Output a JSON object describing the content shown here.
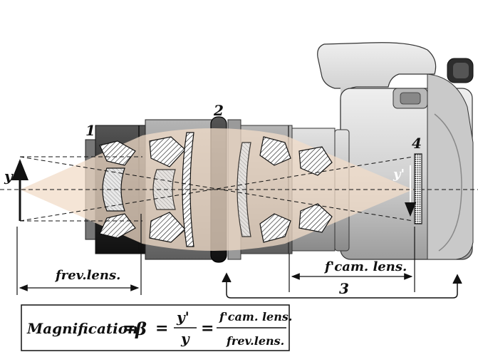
{
  "diagram": {
    "labels": {
      "lens_number": "1",
      "spacer_number": "2",
      "return_arrow_number": "3",
      "sensor_number": "4",
      "object_height": "y",
      "image_height": "y'"
    },
    "dimensions": {
      "focal_reversed_lens": "frev.lens.",
      "focal_camera_lens": "f'cam. lens."
    },
    "formula": {
      "lhs": "Magnification",
      "equals": "=",
      "beta": "β",
      "ratio_numerator": "y'",
      "ratio_denominator": "y",
      "focal_numerator": "f'cam. lens.",
      "focal_denominator": "frev.lens."
    },
    "colors": {
      "light_cone": "#f2dcc8",
      "camera_body": "#d9d9d9",
      "lens_dark": "#3a3a3a",
      "lens_mid": "#8a8a8a",
      "outline": "#111111"
    }
  }
}
